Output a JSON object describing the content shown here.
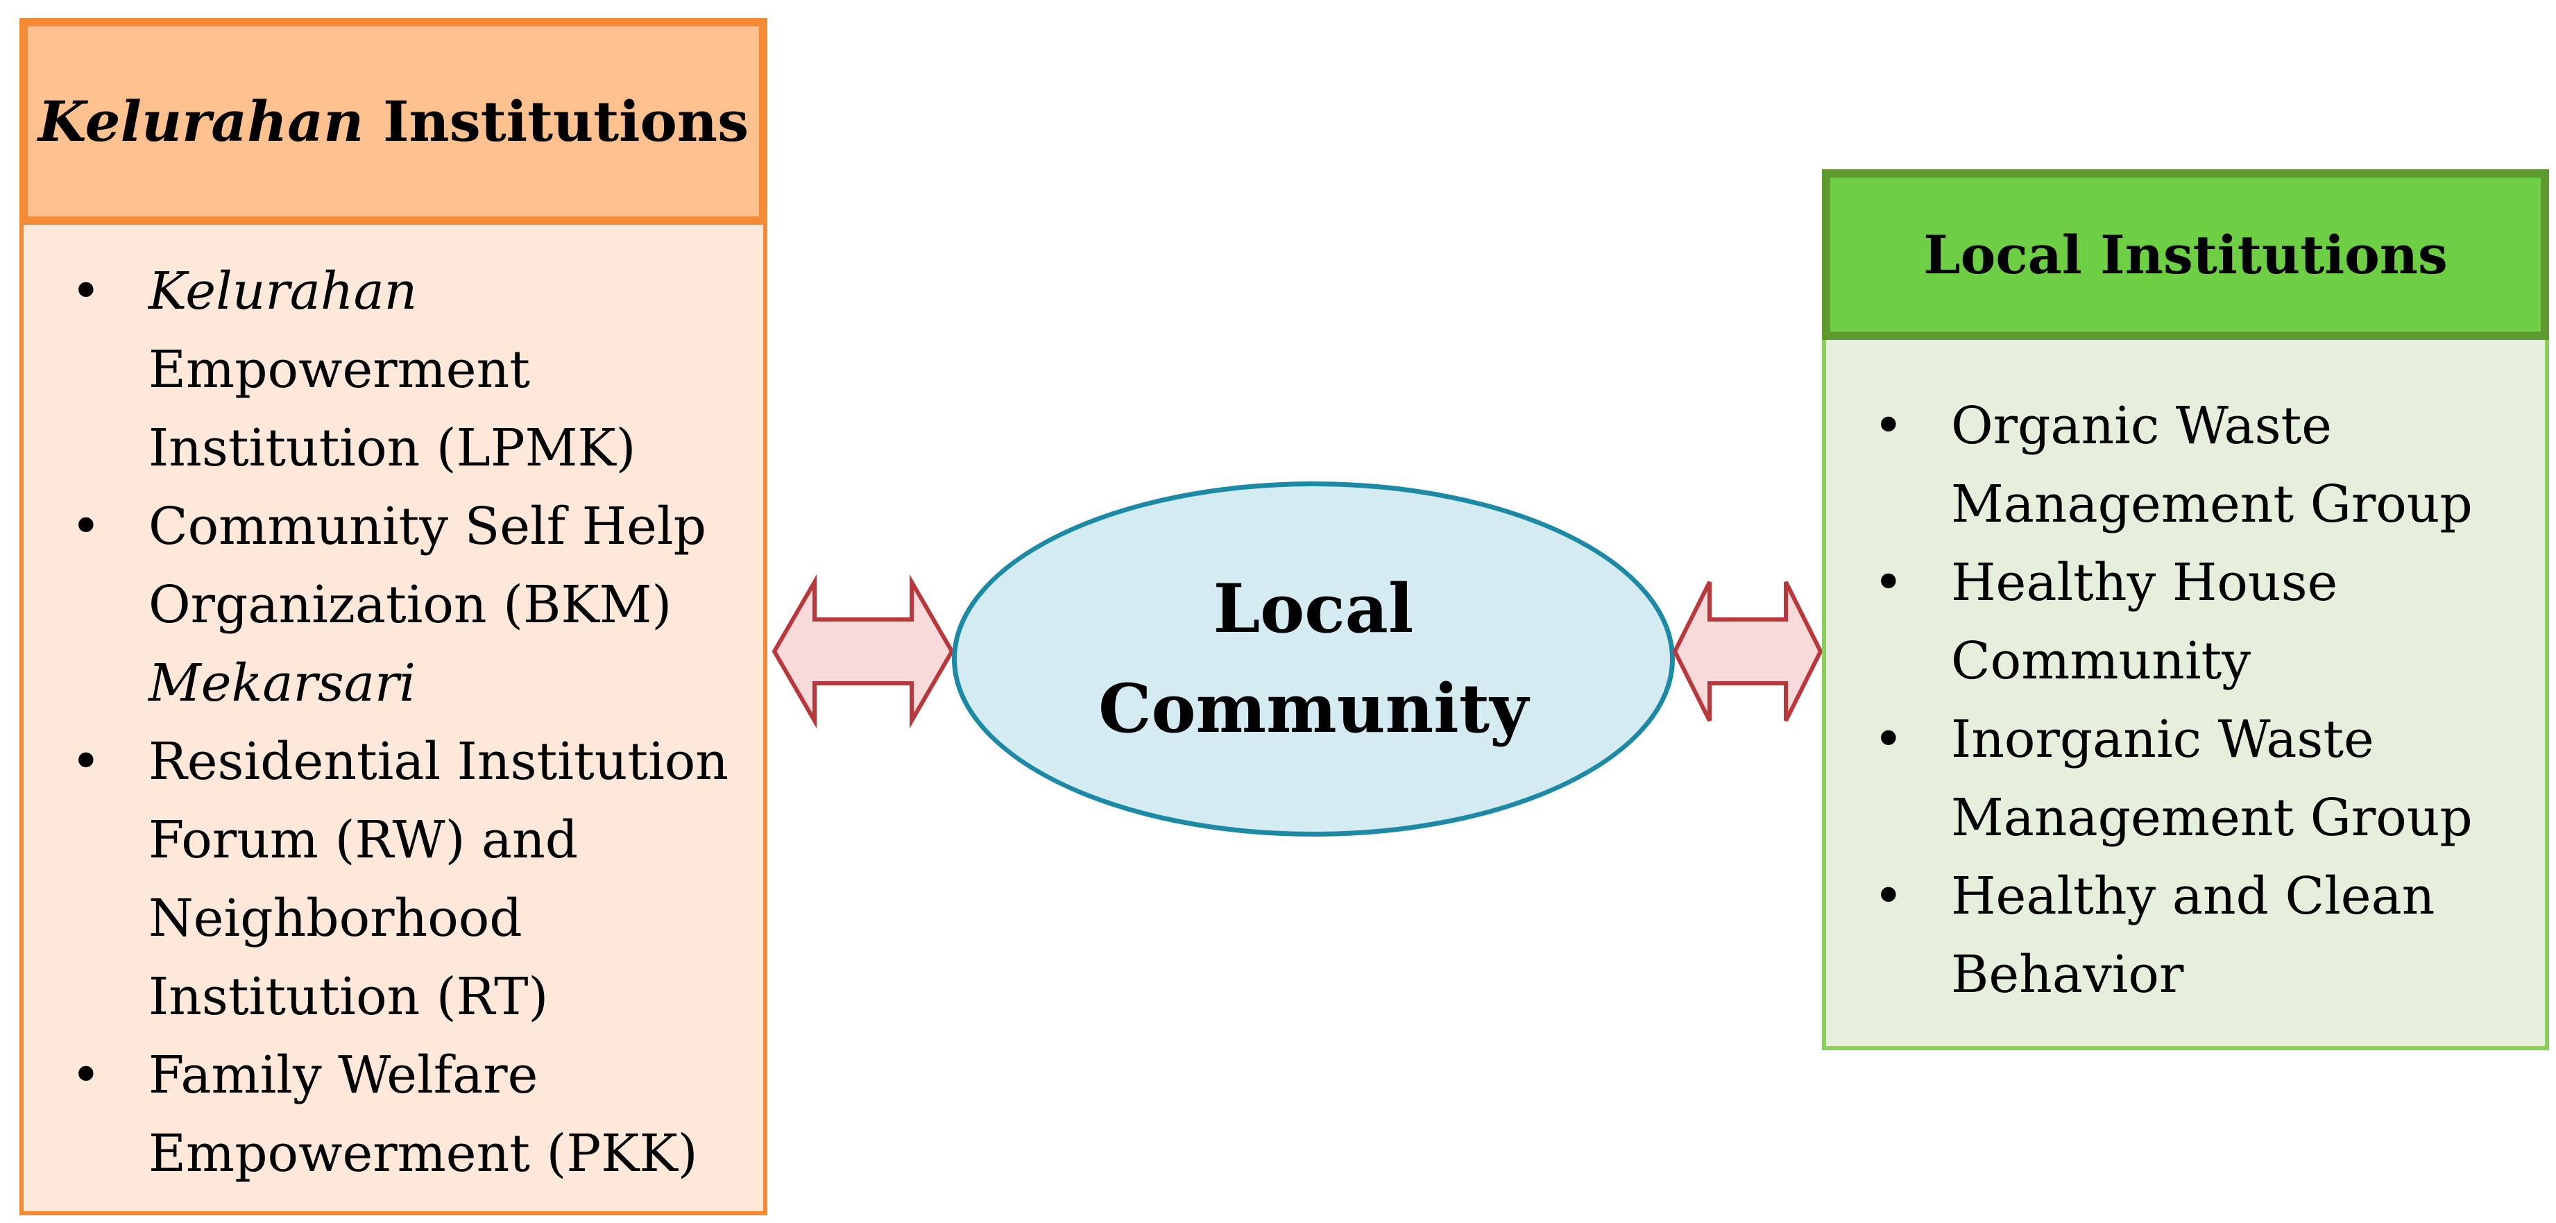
{
  "left_box": {
    "title_italic": "Kelurahan",
    "title_rest": " Institutions",
    "items": [
      {
        "lines": [
          {
            "text": "Kelurahan",
            "italic": true
          },
          {
            "text": "Empowerment",
            "italic": false
          },
          {
            "text": "Institution (LPMK)",
            "italic": false
          }
        ]
      },
      {
        "lines": [
          {
            "text": "Community Self Help",
            "italic": false
          },
          {
            "text": "Organization (BKM)",
            "italic": false
          },
          {
            "text": "Mekarsari",
            "italic": true
          }
        ]
      },
      {
        "lines": [
          {
            "text": "Residential Institution",
            "italic": false
          },
          {
            "text": "Forum (RW) and",
            "italic": false
          },
          {
            "text": "Neighborhood",
            "italic": false
          },
          {
            "text": "Institution (RT)",
            "italic": false
          }
        ]
      },
      {
        "lines": [
          {
            "text": "Family Welfare",
            "italic": false
          },
          {
            "text": "Empowerment (PKK)",
            "italic": false
          }
        ]
      }
    ]
  },
  "center": {
    "line1": "Local",
    "line2": "Community"
  },
  "right_box": {
    "title": "Local Institutions",
    "items": [
      {
        "lines": [
          {
            "text": "Organic Waste",
            "italic": false
          },
          {
            "text": "Management Group",
            "italic": false
          }
        ]
      },
      {
        "lines": [
          {
            "text": "Healthy House",
            "italic": false
          },
          {
            "text": "Community",
            "italic": false
          }
        ]
      },
      {
        "lines": [
          {
            "text": "Inorganic Waste",
            "italic": false
          },
          {
            "text": "Management Group",
            "italic": false
          }
        ]
      },
      {
        "lines": [
          {
            "text": "Healthy and Clean",
            "italic": false
          },
          {
            "text": "Behavior",
            "italic": false
          }
        ]
      }
    ]
  },
  "bullet_glyph": "•",
  "colors": {
    "left_header_fill": "#fdc08f",
    "left_border": "#f58a36",
    "left_body_fill": "#fde8da",
    "right_header_fill": "#6fcf44",
    "right_header_border": "#5e9a30",
    "right_body_fill": "#e6efdb",
    "ellipse_fill": "#d4ebf1",
    "ellipse_border": "#1d8aa5",
    "arrow_fill": "#f9dadb",
    "arrow_border": "#b8383b"
  }
}
